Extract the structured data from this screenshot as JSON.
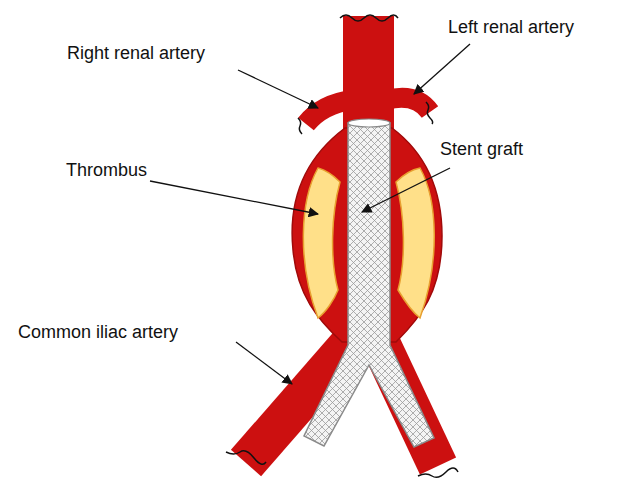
{
  "diagram": {
    "labels": [
      "Right renal artery",
      "Left renal artery",
      "Thrombus",
      "Stent graft",
      "Common iliac artery"
    ]
  }
}
